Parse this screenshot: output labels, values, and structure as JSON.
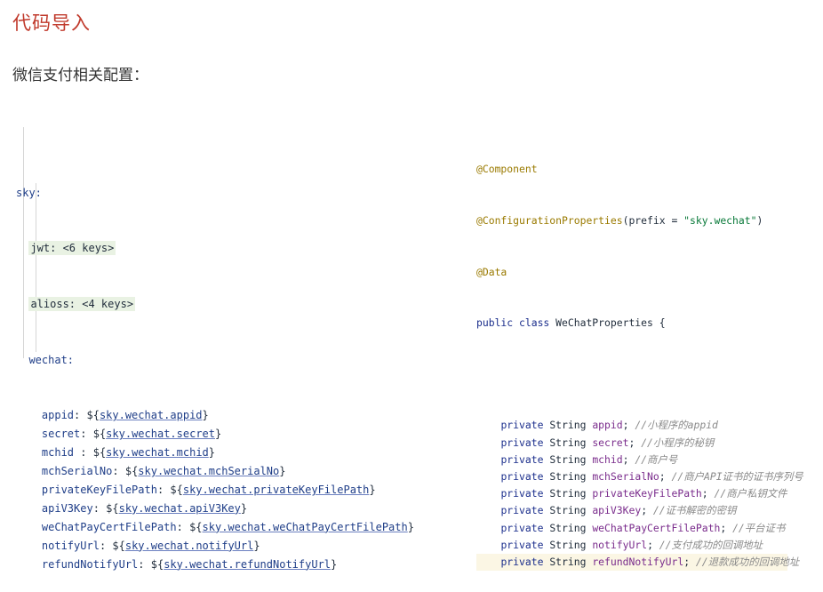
{
  "page": {
    "title": "代码导入",
    "subtitle": "微信支付相关配置："
  },
  "yaml": {
    "root": "sky:",
    "jwt": "jwt: <6 keys>",
    "alioss": "alioss: <4 keys>",
    "wechat": "wechat:",
    "props": [
      {
        "key": "appid",
        "sep": ": ",
        "ref": "sky.wechat.appid"
      },
      {
        "key": "secret",
        "sep": ": ",
        "ref": "sky.wechat.secret"
      },
      {
        "key": "mchid",
        "sep": " : ",
        "ref": "sky.wechat.mchid"
      },
      {
        "key": "mchSerialNo",
        "sep": ": ",
        "ref": "sky.wechat.mchSerialNo"
      },
      {
        "key": "privateKeyFilePath",
        "sep": ": ",
        "ref": "sky.wechat.privateKeyFilePath"
      },
      {
        "key": "apiV3Key",
        "sep": ": ",
        "ref": "sky.wechat.apiV3Key"
      },
      {
        "key": "weChatPayCertFilePath",
        "sep": ": ",
        "ref": "sky.wechat.weChatPayCertFilePath"
      },
      {
        "key": "notifyUrl",
        "sep": ": ",
        "ref": "sky.wechat.notifyUrl"
      },
      {
        "key": "refundNotifyUrl",
        "sep": ": ",
        "ref": "sky.wechat.refundNotifyUrl"
      }
    ]
  },
  "java": {
    "annotations": {
      "component": "@Component",
      "config": "@ConfigurationProperties",
      "config_args_open": "(prefix = ",
      "prefix": "\"sky.wechat\"",
      "config_args_close": ")",
      "data": "@Data"
    },
    "class_kw": "public class",
    "class_name": " WeChatProperties {",
    "field_modifier": "private",
    "field_type": "String",
    "fields": [
      {
        "name": "appid",
        "comment": "//小程序的appid"
      },
      {
        "name": "secret",
        "comment": "//小程序的秘钥"
      },
      {
        "name": "mchid",
        "comment": "//商户号"
      },
      {
        "name": "mchSerialNo",
        "comment": "//商户API证书的证书序列号"
      },
      {
        "name": "privateKeyFilePath",
        "comment": "//商户私钥文件"
      },
      {
        "name": "apiV3Key",
        "comment": "//证书解密的密钥"
      },
      {
        "name": "weChatPayCertFilePath",
        "comment": "//平台证书"
      },
      {
        "name": "notifyUrl",
        "comment": "//支付成功的回调地址"
      },
      {
        "name": "refundNotifyUrl",
        "comment": "//退款成功的回调地址"
      }
    ]
  }
}
